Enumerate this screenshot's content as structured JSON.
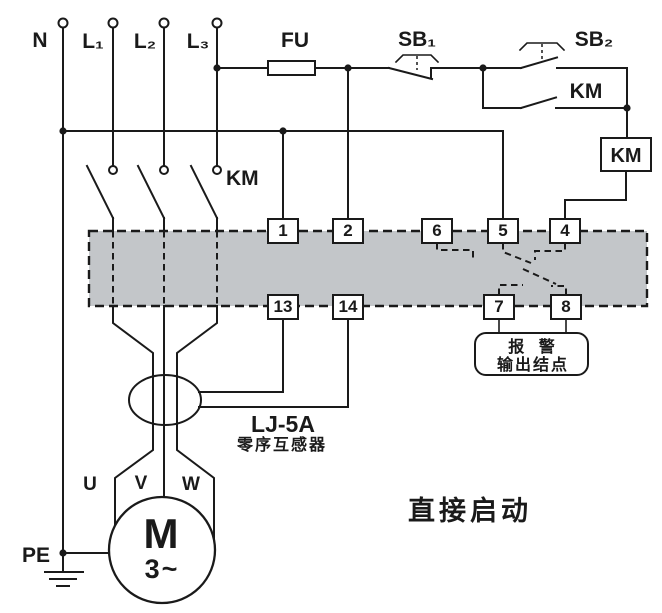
{
  "title": "直接启动",
  "colors": {
    "line": "#1a1a1a",
    "relay_fill": "#c3c6c9",
    "background": "#ffffff"
  },
  "source": {
    "neutral": "N",
    "phase1": "L₁",
    "phase2": "L₂",
    "phase3": "L₃"
  },
  "components": {
    "fuse": "FU",
    "stop_button": "SB₁",
    "start_button": "SB₂",
    "contactor_main": "KM",
    "contactor_aux": "KM",
    "contactor_coil": "KM",
    "protective_earth": "PE",
    "motor": {
      "symbol": "M",
      "phases": "3~",
      "terminal_u": "U",
      "terminal_v": "V",
      "terminal_w": "W"
    },
    "ct": {
      "model": "LJ-5A",
      "name": "零序互感器"
    },
    "alarm": {
      "line1": "报 警",
      "line2": "输出结点"
    }
  },
  "relay": {
    "top_terminals": [
      "1",
      "2",
      "6",
      "5",
      "4"
    ],
    "bottom_terminals": [
      "13",
      "14",
      "7",
      "8"
    ]
  }
}
